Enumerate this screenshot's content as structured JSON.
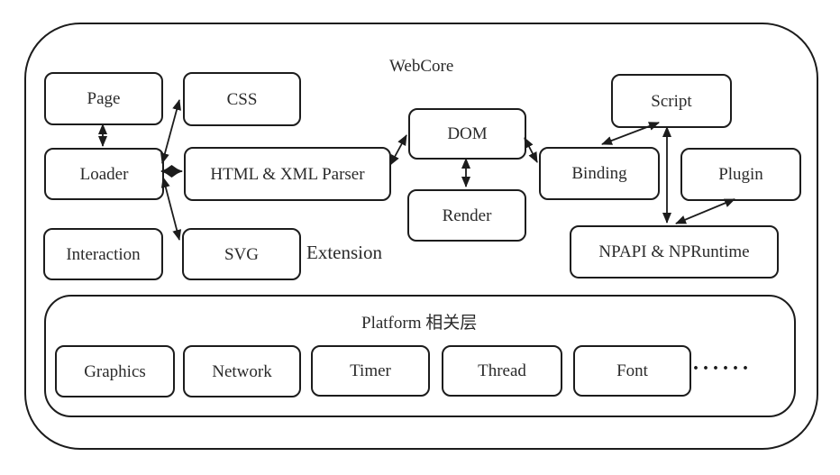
{
  "diagram": {
    "title": "WebCore",
    "extension_label": "Extension",
    "nodes": {
      "page": {
        "label": "Page"
      },
      "css": {
        "label": "CSS"
      },
      "loader": {
        "label": "Loader"
      },
      "parser": {
        "label": "HTML & XML Parser"
      },
      "interaction": {
        "label": "Interaction"
      },
      "svg": {
        "label": "SVG"
      },
      "dom": {
        "label": "DOM"
      },
      "render": {
        "label": "Render"
      },
      "script": {
        "label": "Script"
      },
      "binding": {
        "label": "Binding"
      },
      "plugin": {
        "label": "Plugin"
      },
      "npapi": {
        "label": "NPAPI & NPRuntime"
      }
    },
    "platform": {
      "label": "Platform 相关层",
      "ellipsis": "······",
      "nodes": {
        "graphics": {
          "label": "Graphics"
        },
        "network": {
          "label": "Network"
        },
        "timer": {
          "label": "Timer"
        },
        "thread": {
          "label": "Thread"
        },
        "font": {
          "label": "Font"
        }
      }
    },
    "edges": [
      {
        "from": "page",
        "to": "loader",
        "type": "double-arrow"
      },
      {
        "from": "loader",
        "to": "css",
        "type": "double-arrow"
      },
      {
        "from": "loader",
        "to": "parser",
        "type": "double-arrow-diamond"
      },
      {
        "from": "loader",
        "to": "svg",
        "type": "double-arrow"
      },
      {
        "from": "parser",
        "to": "dom",
        "type": "double-arrow"
      },
      {
        "from": "dom",
        "to": "render",
        "type": "double-arrow"
      },
      {
        "from": "dom",
        "to": "binding",
        "type": "double-arrow"
      },
      {
        "from": "binding",
        "to": "script",
        "type": "double-arrow"
      },
      {
        "from": "script",
        "to": "npapi",
        "type": "double-arrow"
      },
      {
        "from": "plugin",
        "to": "npapi",
        "type": "double-arrow"
      }
    ],
    "colors": {
      "line": "#1c1c1c",
      "text": "#2a2a2a",
      "background": "#ffffff"
    }
  }
}
